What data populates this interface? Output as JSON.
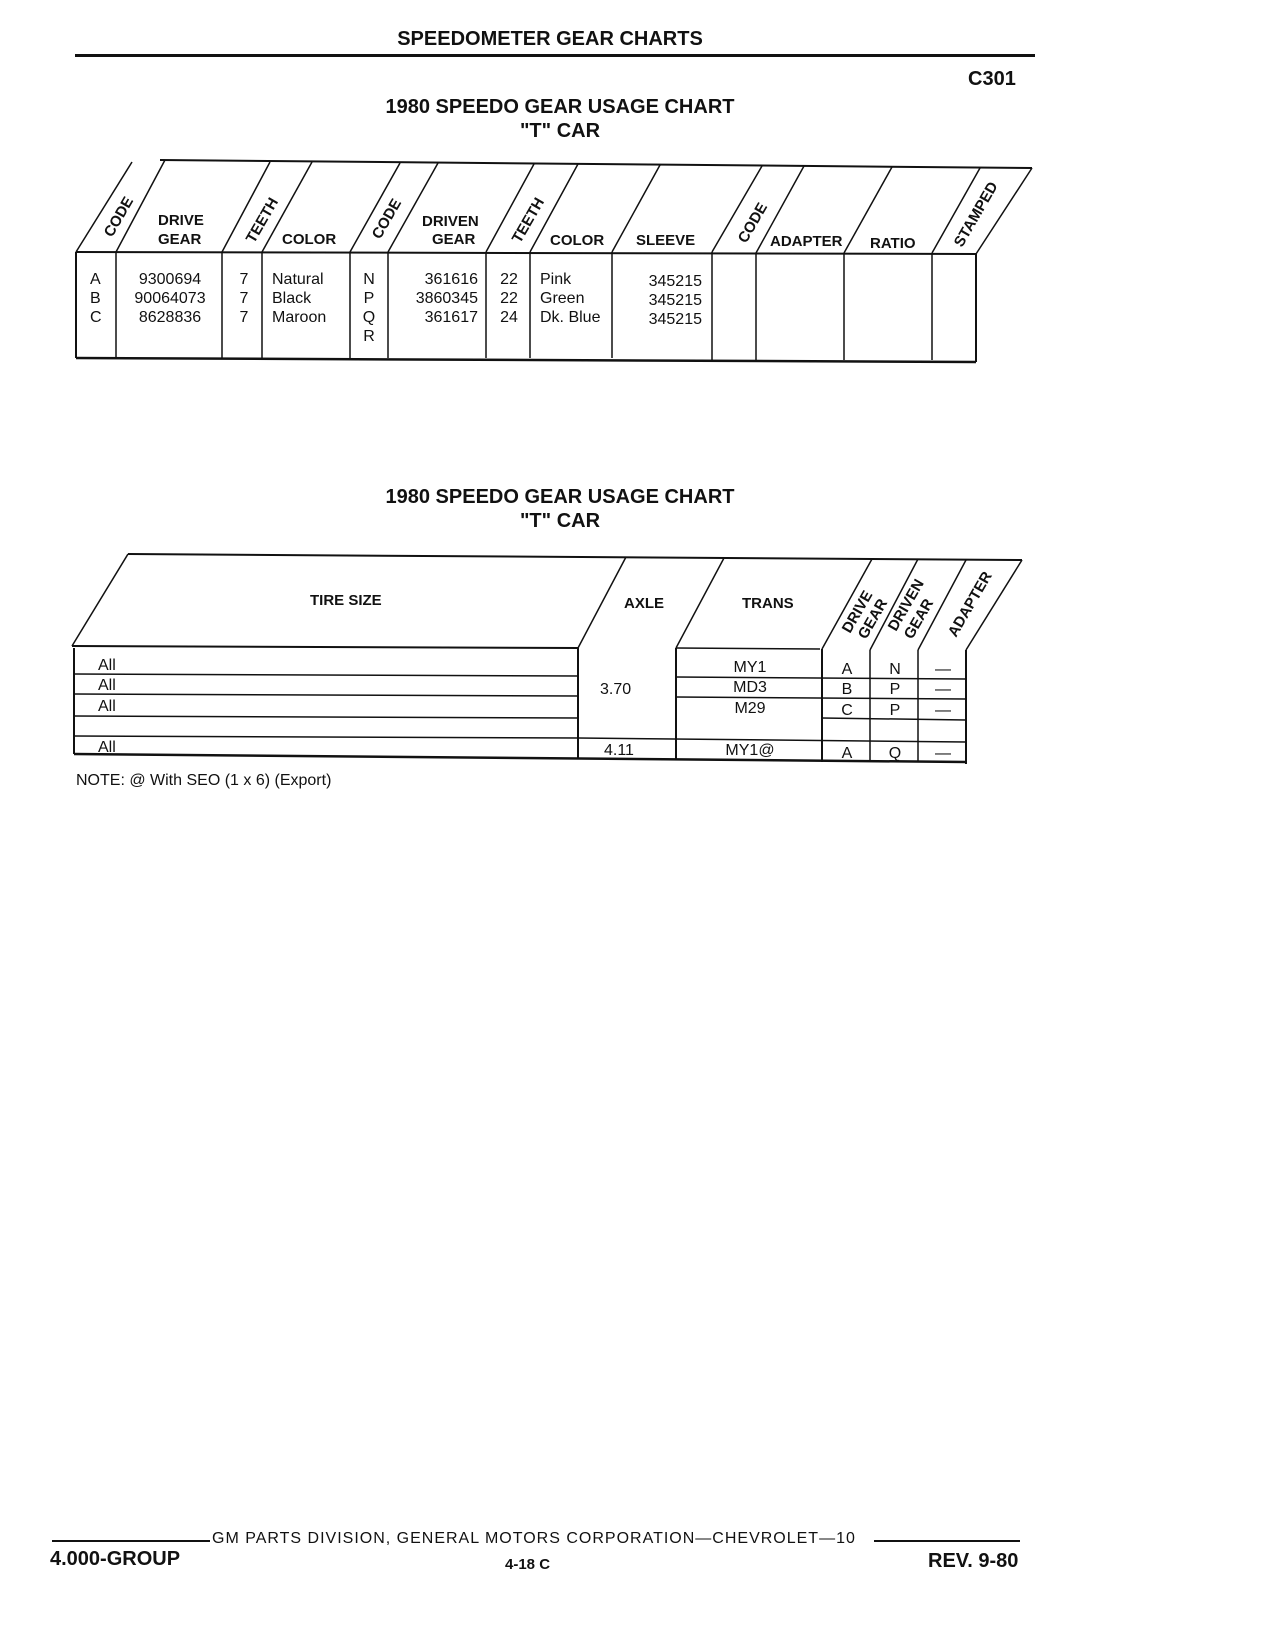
{
  "page": {
    "title": "SPEEDOMETER GEAR CHARTS",
    "code": "C301"
  },
  "chart1": {
    "title": "1980 SPEEDO GEAR USAGE CHART",
    "subtitle": "\"T\" CAR",
    "headers": {
      "code1": "CODE",
      "drive_gear_1": "DRIVE",
      "drive_gear_2": "GEAR",
      "teeth1": "TEETH",
      "color1": "COLOR",
      "code2": "CODE",
      "driven_gear_1": "DRIVEN",
      "driven_gear_2": "GEAR",
      "teeth2": "TEETH",
      "color2": "COLOR",
      "sleeve": "SLEEVE",
      "code3": "CODE",
      "adapter": "ADAPTER",
      "ratio": "RATIO",
      "stamped": "STAMPED"
    },
    "drive_codes": [
      "A",
      "B",
      "C"
    ],
    "drive_gears": [
      "9300694",
      "90064073",
      "8628836"
    ],
    "drive_teeth": [
      "7",
      "7",
      "7"
    ],
    "drive_colors": [
      "Natural",
      "Black",
      "Maroon"
    ],
    "driven_codes": [
      "N",
      "P",
      "Q",
      "R"
    ],
    "driven_gears": [
      "361616",
      "3860345",
      "361617"
    ],
    "driven_teeth": [
      "22",
      "22",
      "24"
    ],
    "driven_colors": [
      "Pink",
      "Green",
      "Dk. Blue"
    ],
    "sleeves": [
      "345215",
      "345215",
      "345215"
    ]
  },
  "chart2": {
    "title": "1980 SPEEDO GEAR USAGE CHART",
    "subtitle": "\"T\" CAR",
    "headers": {
      "tire_size": "TIRE SIZE",
      "axle": "AXLE",
      "trans": "TRANS",
      "drive_gear_1": "DRIVE",
      "drive_gear_2": "GEAR",
      "driven_gear_1": "DRIVEN",
      "driven_gear_2": "GEAR",
      "adapter": "ADAPTER"
    },
    "tires": [
      "All",
      "All",
      "All",
      "All"
    ],
    "axles": [
      "3.70",
      "4.11"
    ],
    "trans": [
      "MY1",
      "MD3",
      "M29",
      "MY1@"
    ],
    "drive": [
      "A",
      "B",
      "C",
      "A"
    ],
    "driven": [
      "N",
      "P",
      "P",
      "Q"
    ],
    "adapter": [
      "—",
      "—",
      "—",
      "—"
    ],
    "note": "NOTE: @ With SEO (1 x 6) (Export)"
  },
  "footer": {
    "division": "GM PARTS DIVISION, GENERAL MOTORS CORPORATION—CHEVROLET—10",
    "group": "4.000-GROUP",
    "page_no": "4-18 C",
    "rev": "REV. 9-80"
  }
}
